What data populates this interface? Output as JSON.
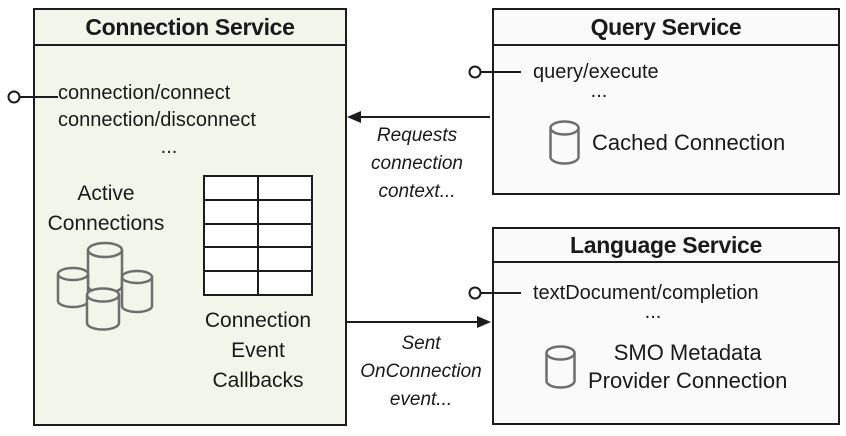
{
  "connection_service": {
    "title": "Connection Service",
    "methods": [
      "connection/connect",
      "connection/disconnect",
      "..."
    ],
    "active_connections": [
      "Active",
      "Connections"
    ],
    "callbacks_label": [
      "Connection",
      "Event",
      "Callbacks"
    ],
    "callbacks_table": {
      "rows": 5,
      "cols": 2
    }
  },
  "query_service": {
    "title": "Query Service",
    "methods": [
      "query/execute",
      "..."
    ],
    "resource": "Cached Connection"
  },
  "language_service": {
    "title": "Language Service",
    "methods": [
      "textDocument/completion",
      "..."
    ],
    "resource": [
      "SMO Metadata",
      "Provider Connection"
    ]
  },
  "arrows": [
    {
      "label": [
        "Requests",
        "connection",
        "context..."
      ],
      "from": "query-service",
      "to": "connection-service"
    },
    {
      "label": [
        "Sent",
        "OnConnection",
        "event..."
      ],
      "from": "connection-service",
      "to": "language-service"
    }
  ],
  "icons": {
    "connection_cluster": "database-cylinders-cluster",
    "query_resource": "database-cylinder",
    "language_resource": "database-cylinder",
    "interfaces": "lollipop-provided-interface"
  },
  "colors": {
    "connection_fill": "#f2f5ea",
    "service_fill": "#fafafa",
    "border": "#1c1c1c",
    "cylinder_stroke": "#6e6e6e",
    "text": "#1a1a1a",
    "page_bg": "#ffffff"
  }
}
